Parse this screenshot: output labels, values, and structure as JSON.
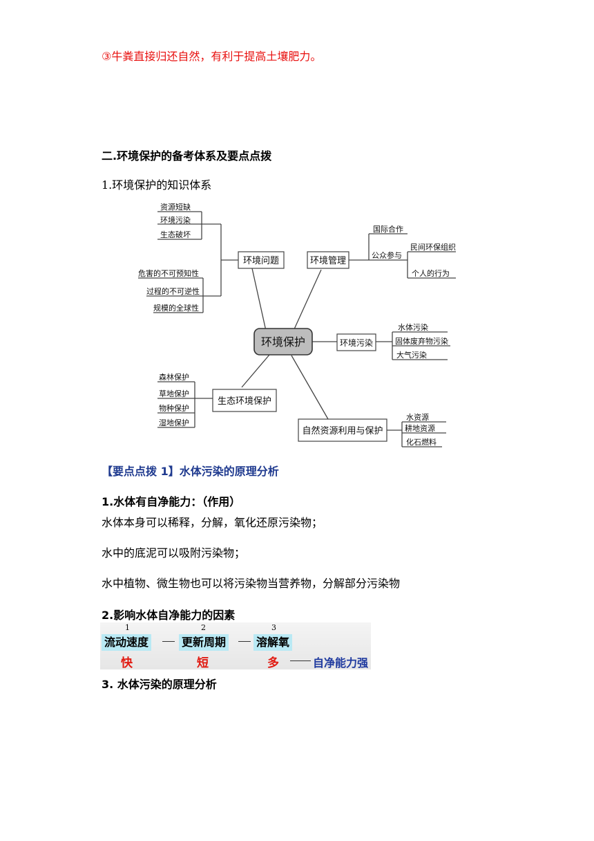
{
  "note": "③牛粪直接归还自然，有利于提高土壤肥力。",
  "section_title": "二.环境保护的备考体系及要点点拨",
  "subsection_1": "1.环境保护的知识体系",
  "mindmap": {
    "center": "环境保护",
    "problems": {
      "label": "环境问题",
      "items": [
        "资源短缺",
        "环境污染",
        "生态破坏"
      ],
      "traits": [
        "危害的不可预知性",
        "过程的不可逆性",
        "规模的全球性"
      ]
    },
    "management": {
      "label": "环境管理",
      "intl": "国际合作",
      "public": "公众参与",
      "public_items": [
        "民间环保组织",
        "个人的行为"
      ]
    },
    "pollution": {
      "label": "环境污染",
      "items": [
        "水体污染",
        "固体废弃物污染",
        "大气污染"
      ]
    },
    "eco": {
      "label": "生态环境保护",
      "items": [
        "森林保护",
        "草地保护",
        "物种保护",
        "湿地保护"
      ]
    },
    "resources": {
      "label": "自然资源利用与保护",
      "items": [
        "水资源",
        "耕地资源",
        "化石燃料"
      ]
    }
  },
  "keypoint_1": "【要点点拨 1】水体污染的原理分析",
  "heading_1": "1.水体有自净能力：（作用）",
  "para_1": "水体本身可以稀释，分解，氧化还原污染物；",
  "para_2": "水中的底泥可以吸附污染物；",
  "para_3": "水中植物、微生物也可以将污染物当营养物，分解部分污染物",
  "heading_2": "2.影响水体自净能力的因素",
  "factors": {
    "nums": [
      "1",
      "2",
      "3"
    ],
    "names": [
      "流动速度",
      "更新周期",
      "溶解氧"
    ],
    "levels": [
      "快",
      "短",
      "多"
    ],
    "result": "自净能力强"
  },
  "heading_3": "3. 水体污染的原理分析"
}
